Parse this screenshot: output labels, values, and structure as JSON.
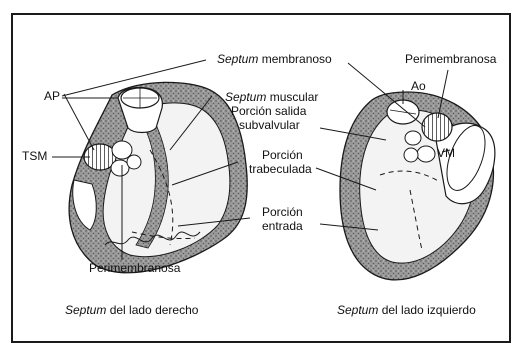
{
  "labels": {
    "septum_membranoso": {
      "italic": "Septum",
      "rest": " membranoso"
    },
    "perimembranosa_top": "Perimembranosa",
    "ap": "AP",
    "ao": "Ao",
    "septum_muscular": {
      "italic": "Septum",
      "rest": " muscular"
    },
    "porcion_salida": "Porción salida",
    "subvalvular": "subvalvular",
    "tsm": "TSM",
    "vm": "VM",
    "porcion_trabeculada_1": "Porción",
    "porcion_trabeculada_2": "trabeculada",
    "porcion_entrada_1": "Porción",
    "porcion_entrada_2": "entrada",
    "perimembranosa_bottom": "Perimembranosa"
  },
  "captions": {
    "right_side": {
      "italic": "Septum",
      "rest": " del lado derecho"
    },
    "left_side": {
      "italic": "Septum",
      "rest": " del lado izquierdo"
    }
  },
  "colors": {
    "line": "#1a1a1a",
    "wall_fill": "#8c8c8c",
    "chamber_fill": "#f3f3f3",
    "valve_fill": "#ffffff"
  }
}
